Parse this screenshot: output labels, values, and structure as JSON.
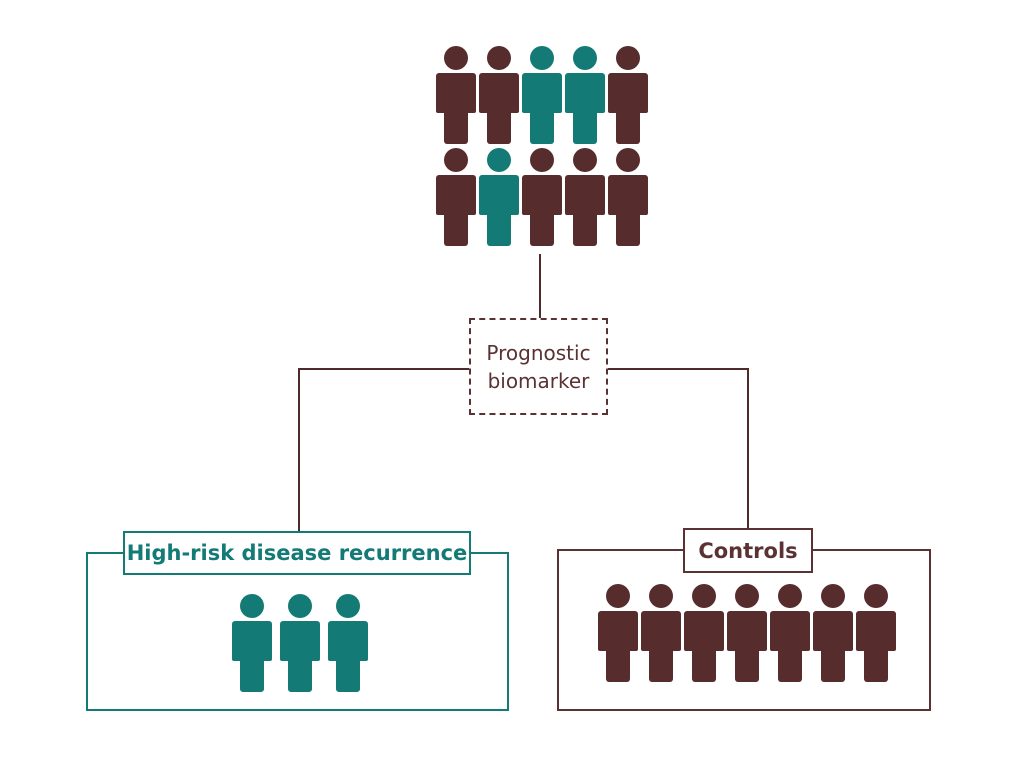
{
  "colors": {
    "case": "#137a75",
    "control": "#562c2d",
    "line": "#4e2a2b"
  },
  "population": {
    "rows": [
      [
        "control",
        "control",
        "case",
        "case",
        "control"
      ],
      [
        "control",
        "case",
        "control",
        "control",
        "control"
      ]
    ]
  },
  "biomarker": {
    "line1": "Prognostic",
    "line2": "biomarker"
  },
  "cases_group": {
    "label": "High-risk disease recurrence",
    "count": 3
  },
  "controls_group": {
    "label": "Controls",
    "count": 7
  }
}
